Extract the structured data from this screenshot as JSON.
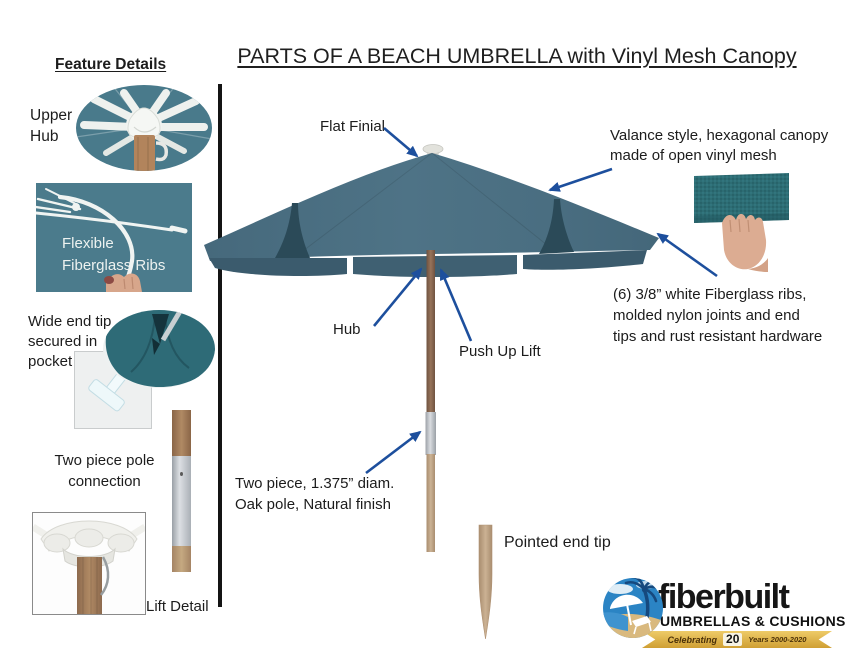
{
  "header": {
    "feature_details": "Feature Details",
    "title": "PARTS OF A BEACH UMBRELLA with Vinyl Mesh Canopy"
  },
  "features": {
    "upper_hub": [
      "Upper",
      "Hub"
    ],
    "flexible_ribs": [
      "Flexible",
      "Fiberglass Ribs"
    ],
    "wide_end_tip": [
      "Wide end tip",
      "secured in",
      "pocket"
    ],
    "pole_connection": [
      "Two piece pole",
      "connection"
    ],
    "lift_detail": "Lift Detail"
  },
  "callouts": {
    "flat_finial": "Flat Finial",
    "valance": [
      "Valance style, hexagonal canopy",
      "made of open vinyl mesh"
    ],
    "fiberglass_ribs": [
      "(6) 3/8” white Fiberglass ribs,",
      "molded nylon joints and end",
      "tips and rust resistant hardware"
    ],
    "hub": "Hub",
    "push_up_lift": "Push Up Lift",
    "pole": [
      "Two piece, 1.375” diam.",
      "Oak pole, Natural finish"
    ],
    "pointed_end_tip": "Pointed end tip"
  },
  "logo": {
    "brand": "fiberbuilt",
    "tagline": "UMBRELLAS & CUSHIONS",
    "banner": {
      "celebrating": "Celebrating",
      "number": "20",
      "years": "Years 2000-2020"
    }
  },
  "colors": {
    "canopy_blue": "#4a6d80",
    "valance_blue": "#3b5b6d",
    "pocket_dark": "#2b4a58",
    "photo_teal": "#4b7b8c",
    "mesh_teal": "#2d6d74",
    "arrow_blue": "#1d4f9d",
    "wood_dark": "#8a6547",
    "wood_light": "#c2a98c",
    "gold": "#d7a435"
  }
}
